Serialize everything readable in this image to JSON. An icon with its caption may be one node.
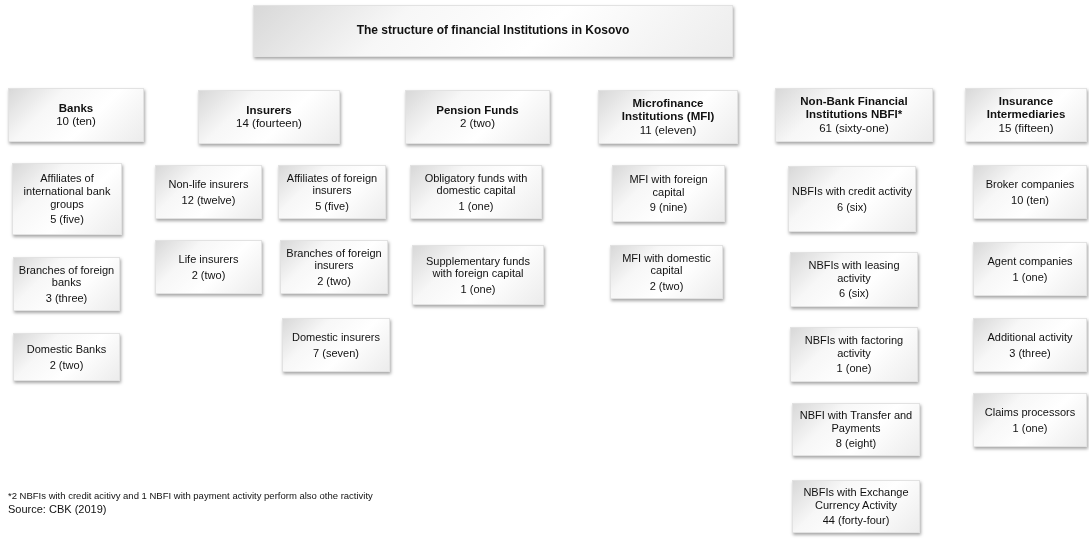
{
  "diagram": {
    "nodes": [
      {
        "text": [
          "The structure  of financial Institutions  in Kosovo"
        ]
      },
      {
        "text": [
          "Banks",
          "10 (ten)"
        ]
      },
      {
        "text": [
          "Insurers",
          "14 (fourteen)"
        ]
      },
      {
        "text": [
          "Pension Funds",
          "2 (two)"
        ]
      },
      {
        "text": [
          "Microfinance Institutions (MFI)",
          "11 (eleven)"
        ]
      },
      {
        "text": [
          "Non-Bank Financial Institutions NBFI*",
          "61 (sixty-one)"
        ]
      },
      {
        "text": [
          "Insurance Intermediaries",
          "15 (fifteen)"
        ]
      },
      {
        "text": [
          "Affiliates of international bank groups",
          "5 (five)"
        ]
      },
      {
        "text": [
          "Non-life insurers",
          "12 (twelve)"
        ]
      },
      {
        "text": [
          "Affiliates of foreign insurers",
          "5 (five)"
        ]
      },
      {
        "text": [
          "Obligatory funds with domestic capital",
          "1 (one)"
        ]
      },
      {
        "text": [
          "MFI with foreign capital",
          "9 (nine)"
        ]
      },
      {
        "text": [
          "NBFIs with credit activity",
          "6 (six)"
        ]
      },
      {
        "text": [
          "Broker companies",
          "10 (ten)"
        ]
      },
      {
        "text": [
          "Branches of foreign banks",
          "3 (three)"
        ]
      },
      {
        "text": [
          "Life insurers",
          "2 (two)"
        ]
      },
      {
        "text": [
          "Branches of foreign insurers",
          "2 (two)"
        ]
      },
      {
        "text": [
          "Supplementary funds with foreign capital",
          "1 (one)"
        ]
      },
      {
        "text": [
          "MFI with domestic capital",
          "2 (two)"
        ]
      },
      {
        "text": [
          "NBFIs with leasing activity",
          "6 (six)"
        ]
      },
      {
        "text": [
          "Agent companies",
          "1 (one)"
        ]
      },
      {
        "text": [
          "Domestic Banks",
          "2 (two)"
        ]
      },
      {
        "text": [
          "Domestic insurers",
          "7 (seven)"
        ]
      },
      {
        "text": [
          "NBFIs with factoring activity",
          "1 (one)"
        ]
      },
      {
        "text": [
          "Additional activity",
          "3 (three)"
        ]
      },
      {
        "text": [
          "NBFI with Transfer and Payments",
          "8 (eight)"
        ]
      },
      {
        "text": [
          "Claims processors",
          "1 (one)"
        ]
      },
      {
        "text": [
          "NBFIs with Exchange Currency Activity",
          "44 (forty-four)"
        ]
      }
    ],
    "labels": [
      "*2 NBFIs with credit acitivy and 1 NBFI with payment activity perform also othe ractivity",
      "Source: CBK (2019)"
    ]
  }
}
